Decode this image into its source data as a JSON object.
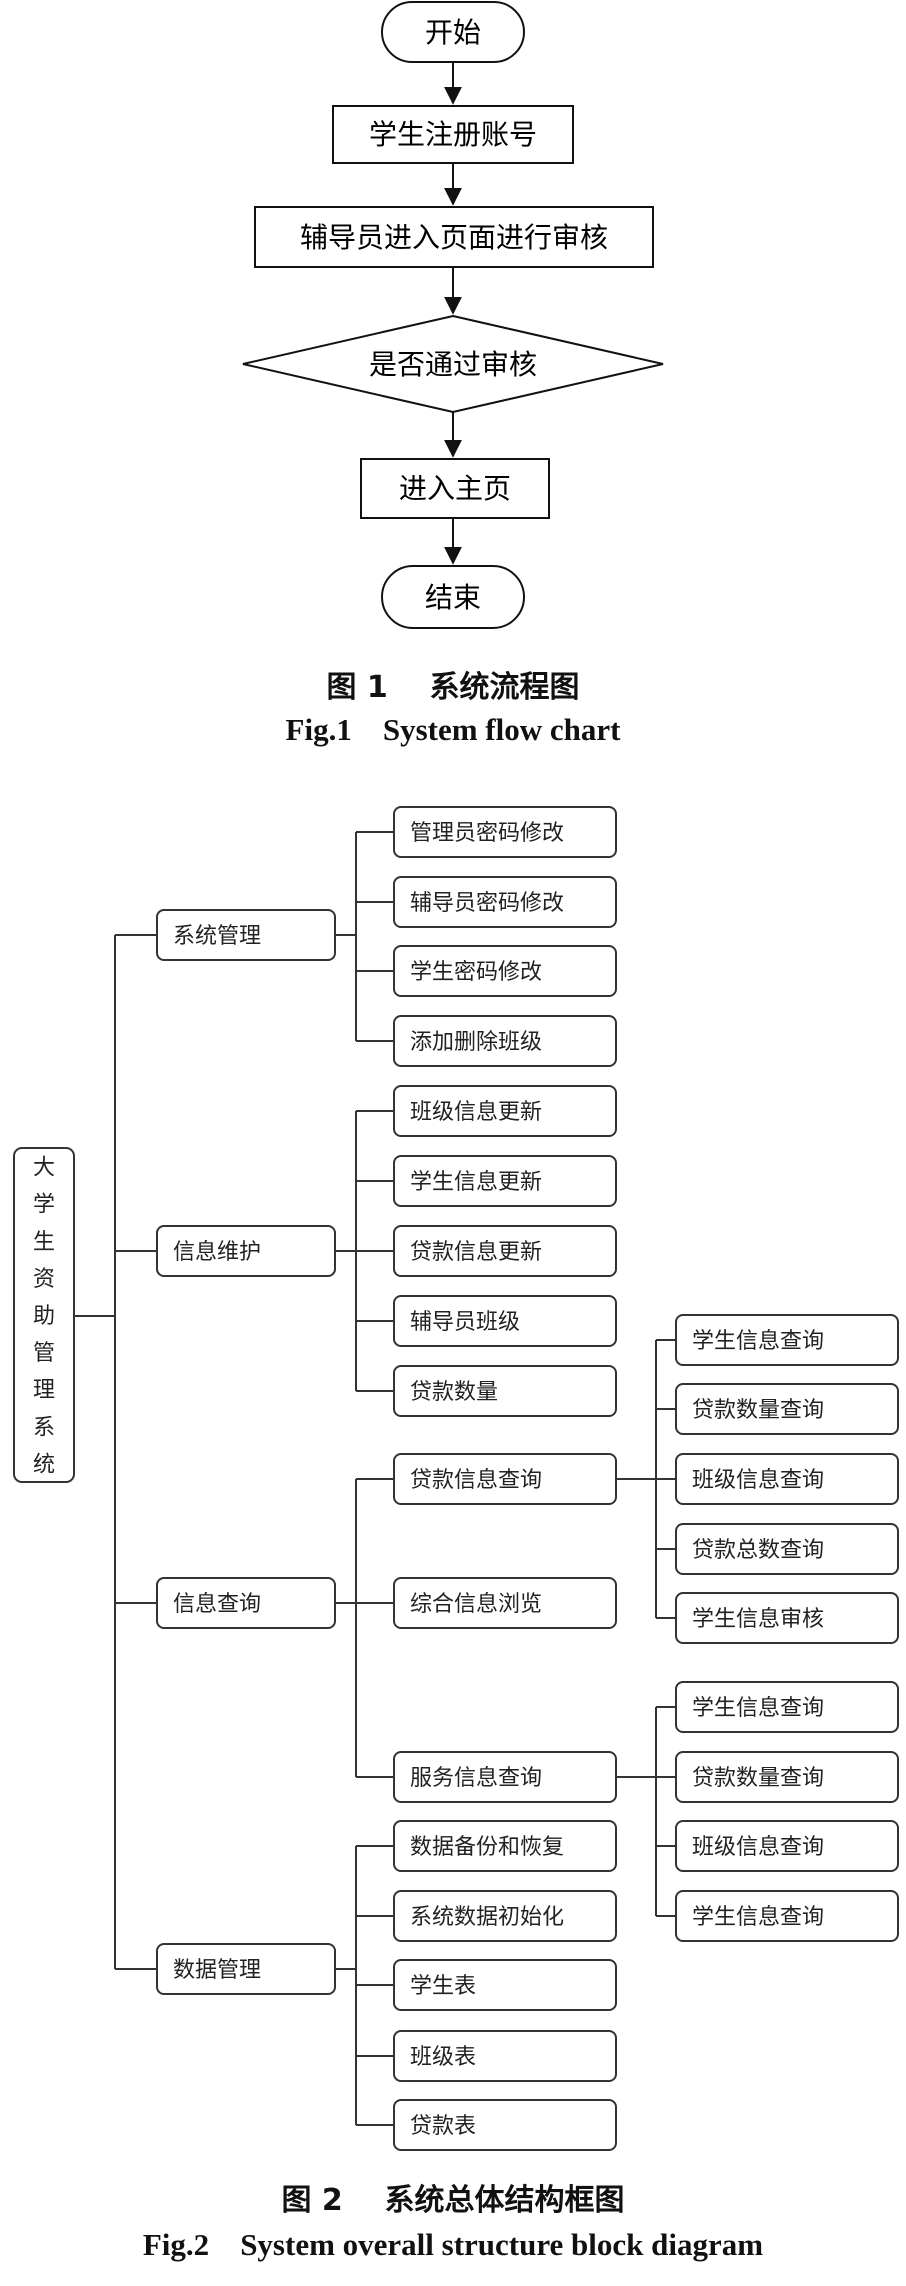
{
  "figure1": {
    "nodes": {
      "start": "开始",
      "register": "学生注册账号",
      "review": "辅导员进入页面进行审核",
      "decision": "是否通过审核",
      "home": "进入主页",
      "end": "结束"
    },
    "caption": {
      "number": "图 1",
      "title": "系统流程图",
      "number_en": "Fig.1",
      "title_en": "System flow chart"
    }
  },
  "figure2": {
    "root": "大学生资助管理系统",
    "modules": [
      {
        "label": "系统管理",
        "items": [
          {
            "label": "管理员密码修改"
          },
          {
            "label": "辅导员密码修改"
          },
          {
            "label": "学生密码修改"
          },
          {
            "label": "添加删除班级"
          }
        ]
      },
      {
        "label": "信息维护",
        "items": [
          {
            "label": "班级信息更新"
          },
          {
            "label": "学生信息更新"
          },
          {
            "label": "贷款信息更新"
          },
          {
            "label": "辅导员班级"
          },
          {
            "label": "贷款数量"
          }
        ]
      },
      {
        "label": "信息查询",
        "items": [
          {
            "label": "贷款信息查询",
            "children": [
              "学生信息查询",
              "贷款数量查询",
              "班级信息查询",
              "贷款总数查询",
              "学生信息审核"
            ]
          },
          {
            "label": "综合信息浏览"
          },
          {
            "label": "服务信息查询",
            "children": [
              "学生信息查询",
              "贷款数量查询",
              "班级信息查询",
              "学生信息查询"
            ]
          }
        ]
      },
      {
        "label": "数据管理",
        "items": [
          {
            "label": "数据备份和恢复"
          },
          {
            "label": "系统数据初始化"
          },
          {
            "label": "学生表"
          },
          {
            "label": "班级表"
          },
          {
            "label": "贷款表"
          }
        ]
      }
    ],
    "caption": {
      "number": "图 2",
      "title": "系统总体结构框图",
      "number_en": "Fig.2",
      "title_en": "System overall structure block diagram"
    }
  }
}
